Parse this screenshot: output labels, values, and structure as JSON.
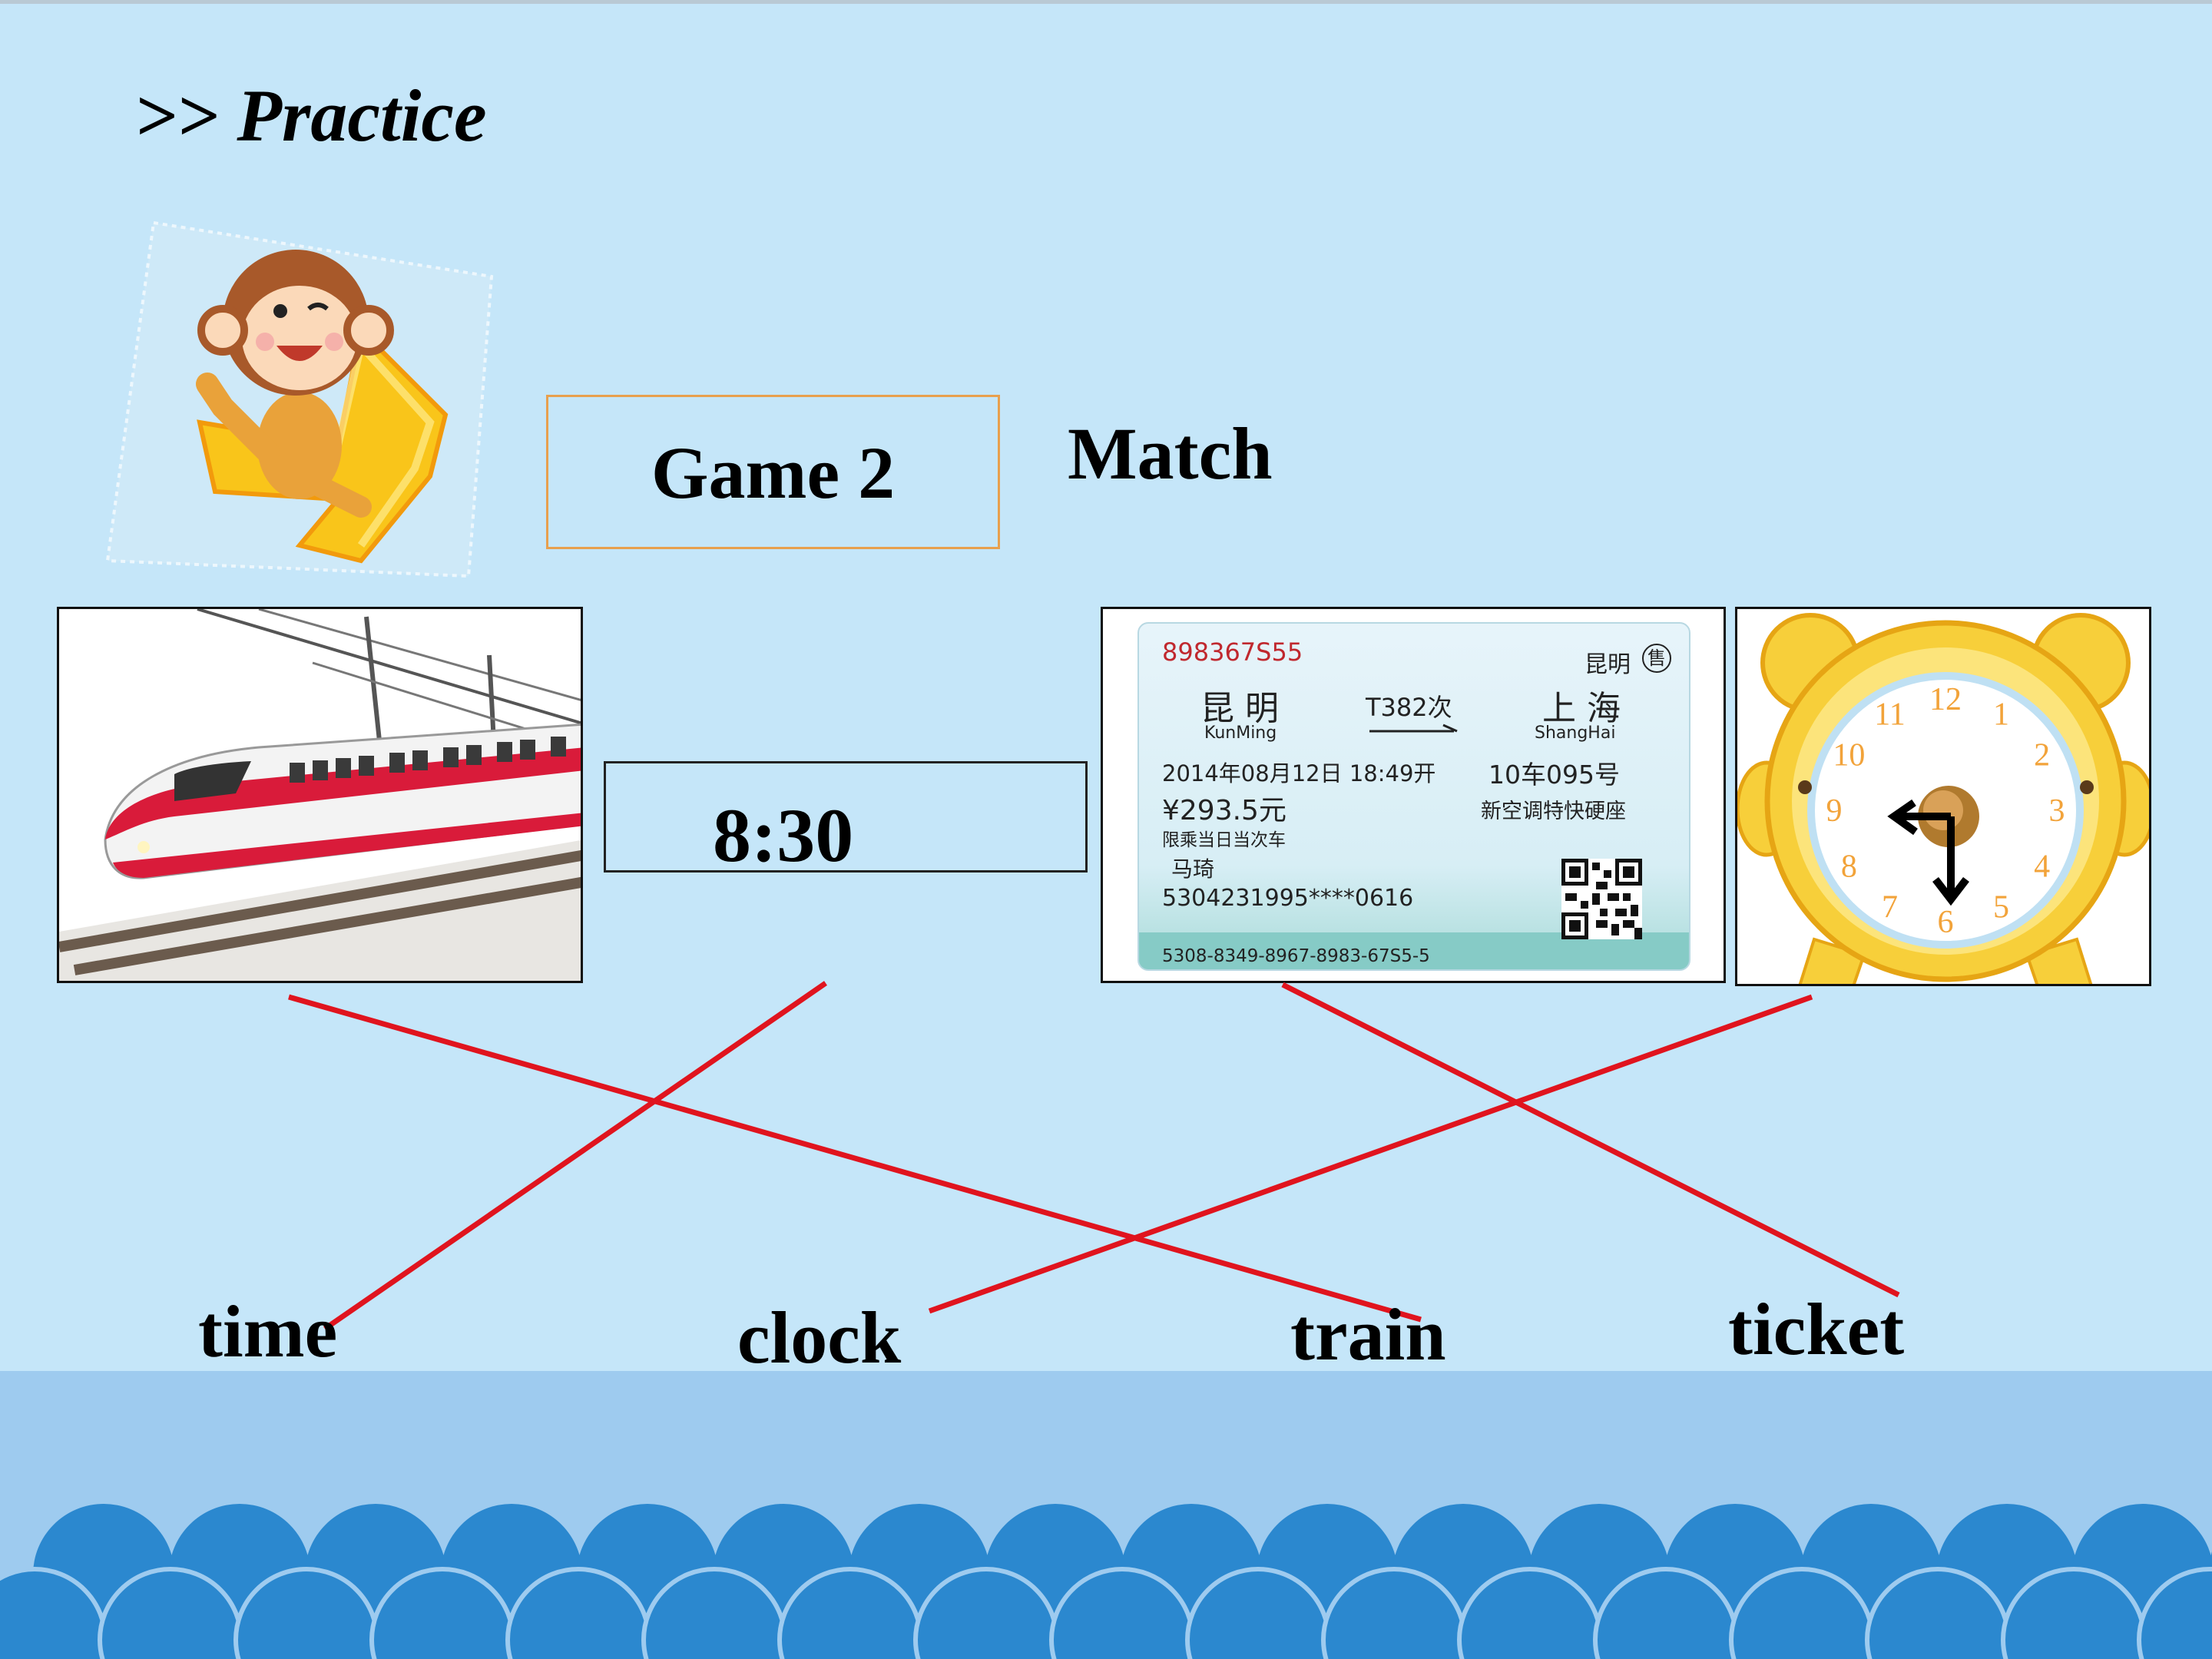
{
  "slide": {
    "title": ">> Practice",
    "game_label": "Game 2",
    "activity_label": "Match",
    "time_value": "8:30"
  },
  "words": [
    "time",
    "clock",
    "train",
    "ticket"
  ],
  "ticket": {
    "serial": "898367S55",
    "station_sold": "昆明",
    "sold_mark": "售",
    "from": "昆 明",
    "from_pinyin": "KunMing",
    "train_no": "T382次",
    "to": "上 海",
    "to_pinyin": "ShangHai",
    "date_time": "2014年08月12日 18:49开",
    "seat": "10车095号",
    "price": "¥293.5元",
    "class": "新空调特快硬座",
    "note": "限乘当日当次车",
    "passenger": "马琦",
    "id_number": "5304231995****0616",
    "code_line": "5308-8349-8967-8983-67S5-5"
  },
  "clock_numbers": [
    "12",
    "1",
    "2",
    "3",
    "4",
    "5",
    "6",
    "7",
    "8",
    "9",
    "10",
    "11"
  ],
  "colors": {
    "background": "#c5e6f9",
    "match_line": "#e0141e",
    "game_box_border": "#e8a04e",
    "wave": "#2b88cf"
  },
  "icons": [
    "monkey-pointer-icon",
    "train-picture",
    "ticket-picture",
    "alarm-clock-picture"
  ]
}
